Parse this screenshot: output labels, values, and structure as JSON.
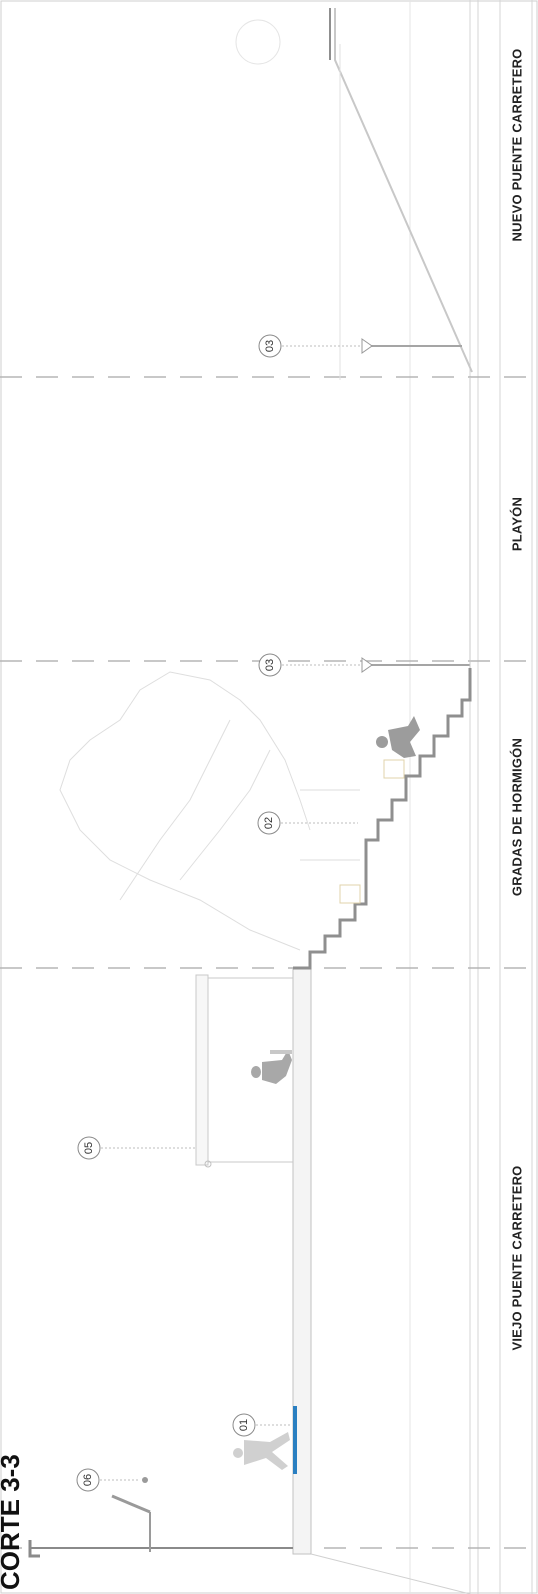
{
  "title": "CORTE 3-3",
  "sections": [
    {
      "id": "viejo",
      "label": "VIEJO PUENTE CARRETERO"
    },
    {
      "id": "gradas",
      "label": "GRADAS DE HORMIGÓN"
    },
    {
      "id": "playon",
      "label": "PLAYÓN"
    },
    {
      "id": "nuevo",
      "label": "NUEVO PUENTE CARRETERO"
    }
  ],
  "callouts": [
    {
      "id": "c06",
      "label": "06"
    },
    {
      "id": "c01",
      "label": "01"
    },
    {
      "id": "c05",
      "label": "05"
    },
    {
      "id": "c02",
      "label": "02"
    },
    {
      "id": "c03a",
      "label": "03"
    },
    {
      "id": "c03b",
      "label": "03"
    }
  ],
  "colors": {
    "line": "#bdbdbd",
    "dark_line": "#8a8a8a",
    "figure": "#9a9a9a",
    "accent": "#2a7fc1",
    "tree": "#dddddd",
    "bench": "#d9c8a0"
  }
}
